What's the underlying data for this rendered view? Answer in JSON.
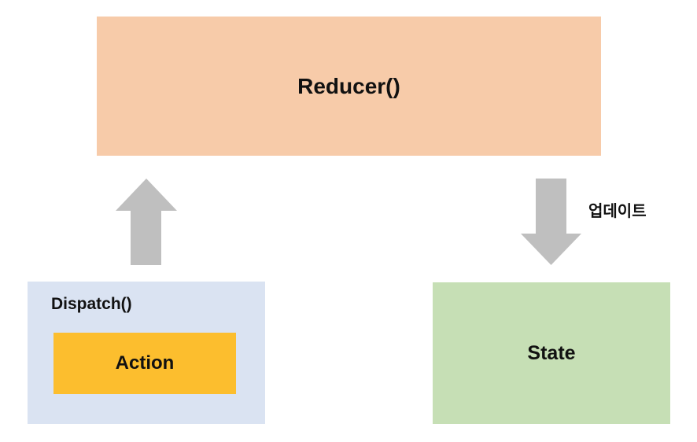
{
  "diagram": {
    "boxes": {
      "reducer": {
        "label": "Reducer()",
        "color": "#F7CBA9"
      },
      "dispatch": {
        "label": "Dispatch()",
        "color": "#DAE3F2"
      },
      "action": {
        "label": "Action",
        "color": "#FCBE2E"
      },
      "state": {
        "label": "State",
        "color": "#C6DFB5"
      }
    },
    "arrows": {
      "dispatch_to_reducer": {
        "direction": "up",
        "color": "#BFBFBF"
      },
      "reducer_to_state": {
        "direction": "down",
        "color": "#BFBFBF",
        "label": "업데이트"
      }
    }
  }
}
